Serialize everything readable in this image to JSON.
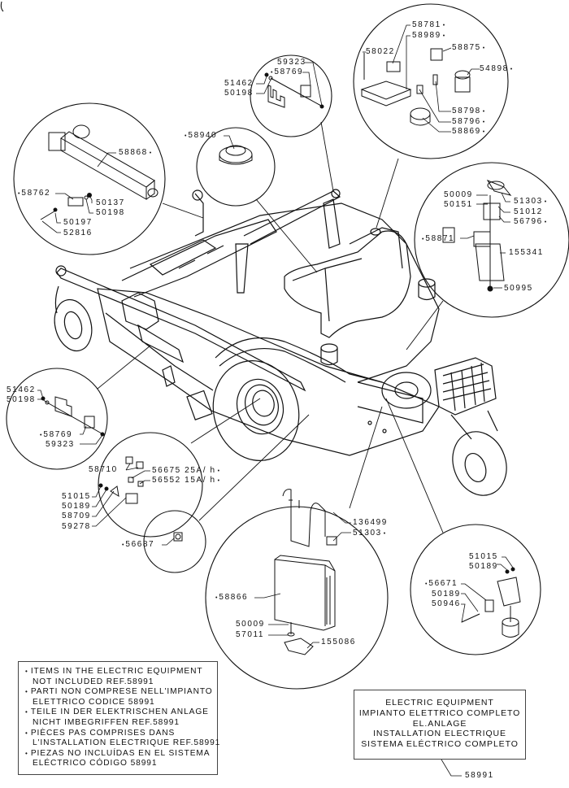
{
  "diagram": {
    "title_fragment": "...",
    "callouts": {
      "top_middle": [
        {
          "part": "59323",
          "starred": false
        },
        {
          "part": "58769",
          "starred": true
        },
        {
          "part": "51462",
          "starred": false
        },
        {
          "part": "50198",
          "starred": false
        }
      ],
      "top_right": [
        {
          "part": "58781",
          "starred": true
        },
        {
          "part": "58989",
          "starred": true
        },
        {
          "part": "58022",
          "starred": false
        },
        {
          "part": "58875",
          "starred": true
        },
        {
          "part": "54898",
          "starred": true
        },
        {
          "part": "58798",
          "starred": true
        },
        {
          "part": "58796",
          "starred": true
        },
        {
          "part": "58869",
          "starred": true
        }
      ],
      "cap": [
        {
          "part": "58940",
          "starred": true
        }
      ],
      "actuator": [
        {
          "part": "58868",
          "starred": true
        },
        {
          "part": "58762",
          "starred": true
        },
        {
          "part": "50137",
          "starred": false
        },
        {
          "part": "50198",
          "starred": false
        },
        {
          "part": "50197",
          "starred": false
        },
        {
          "part": "52816",
          "starred": false
        }
      ],
      "right_switch": [
        {
          "part": "50009",
          "starred": false
        },
        {
          "part": "50151",
          "starred": false
        },
        {
          "part": "51303",
          "starred": true
        },
        {
          "part": "51012",
          "starred": false
        },
        {
          "part": "56796",
          "starred": true
        },
        {
          "part": "58871",
          "starred": true
        },
        {
          "part": "155341",
          "starred": false
        },
        {
          "part": "50995",
          "starred": false
        }
      ],
      "left_switch": [
        {
          "part": "51462",
          "starred": false
        },
        {
          "part": "50198",
          "starred": false
        },
        {
          "part": "58769",
          "starred": true
        },
        {
          "part": "59323",
          "starred": false
        }
      ],
      "fuses": [
        {
          "part": "58710",
          "starred": false
        },
        {
          "part": "56675 25A/ h",
          "starred": true
        },
        {
          "part": "56552 15A/ h",
          "starred": true
        },
        {
          "part": "51015",
          "starred": false
        },
        {
          "part": "50189",
          "starred": false
        },
        {
          "part": "58709",
          "starred": false
        },
        {
          "part": "59278",
          "starred": false
        }
      ],
      "connector": [
        {
          "part": "56687",
          "starred": true
        }
      ],
      "battery": [
        {
          "part": "136499",
          "starred": false
        },
        {
          "part": "51303",
          "starred": true
        },
        {
          "part": "58866",
          "starred": true
        },
        {
          "part": "50009",
          "starred": false
        },
        {
          "part": "57011",
          "starred": false
        },
        {
          "part": "155086",
          "starred": false
        }
      ],
      "seat_switch": [
        {
          "part": "51015",
          "starred": false
        },
        {
          "part": "50189",
          "starred": false
        },
        {
          "part": "56671",
          "starred": true
        },
        {
          "part": "50189",
          "starred": false
        },
        {
          "part": "50946",
          "starred": false
        }
      ]
    },
    "notes": [
      {
        "text": "ITEMS  IN  THE  ELECTRIC  EQUIPMENT",
        "bullet": true
      },
      {
        "text": "NOT  INCLUDED  REF.58991",
        "bullet": false
      },
      {
        "text": "PARTI  NON  COMPRESE  NELL'IMPIANTO",
        "bullet": true
      },
      {
        "text": "ELETTRICO  CODICE  58991",
        "bullet": false
      },
      {
        "text": "TEILE  IN  DER  ELEKTRISCHEN  ANLAGE",
        "bullet": true
      },
      {
        "text": "NICHT  IMBEGRIFFEN  REF.58991",
        "bullet": false
      },
      {
        "text": "PIÈCES  PAS  COMPRISES  DANS",
        "bullet": true
      },
      {
        "text": "L'INSTALLATION  ELECTRIQUE  REF.58991",
        "bullet": false
      },
      {
        "text": "PIEZAS  NO  INCLUÍDAS  EN  EL  SISTEMA",
        "bullet": true
      },
      {
        "text": "ELÉCTRICO  CÓDIGO  58991",
        "bullet": false
      }
    ],
    "kit_box": {
      "lines": [
        "ELECTRIC  EQUIPMENT",
        "IMPIANTO  ELETTRICO  COMPLETO",
        "EL.ANLAGE",
        "INSTALLATION  ELECTRIQUE",
        "SISTEMA  ELÉCTRICO  COMPLETO"
      ],
      "part": "58991"
    },
    "star_marker": "•"
  }
}
